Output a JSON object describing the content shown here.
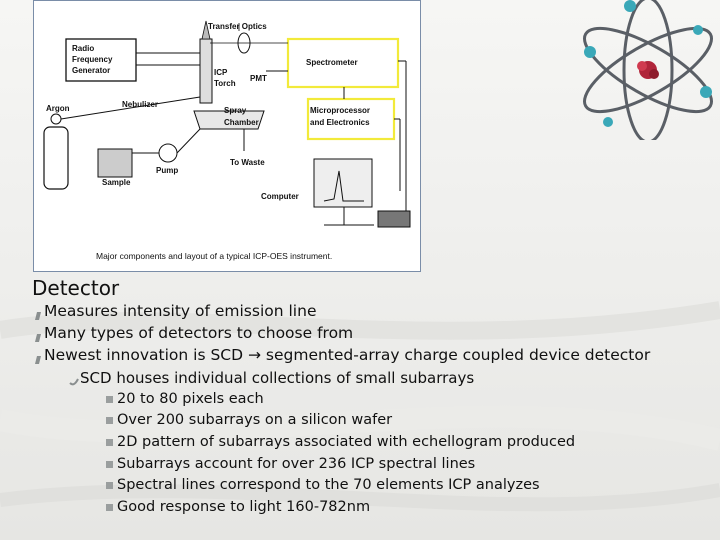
{
  "figure": {
    "labels": {
      "transfer_optics": "Transfer Optics",
      "radio_freq_1": "Radio",
      "radio_freq_2": "Frequency",
      "radio_freq_3": "Generator",
      "icp_torch_1": "ICP",
      "icp_torch_2": "Torch",
      "pmt": "PMT",
      "spectrometer": "Spectrometer",
      "argon": "Argon",
      "nebulizer": "Nebulizer",
      "spray_chamber_1": "Spray",
      "spray_chamber_2": "Chamber",
      "micro_1": "Microprocessor",
      "micro_2": "and Electronics",
      "pump": "Pump",
      "to_waste": "To Waste",
      "sample": "Sample",
      "computer": "Computer"
    },
    "caption": "Major components and layout of a typical ICP-OES instrument."
  },
  "content": {
    "heading": "Detector",
    "bullets": [
      "Measures intensity of emission line",
      "Many types of detectors to choose from",
      "Newest innovation is SCD → segmented-array charge coupled device detector"
    ],
    "sub_bullet": "SCD houses individual collections of small subarrays",
    "sub_sub_bullets": [
      "20 to 80 pixels each",
      "Over 200 subarrays on a silicon wafer",
      "2D pattern of subarrays associated with echellogram produced",
      "Subarrays account for over 236 ICP spectral lines",
      "Spectral lines correspond to the 70 elements ICP analyzes",
      "Good response to light 160-782nm"
    ]
  },
  "colors": {
    "bullet_marker": "#8a8f8f",
    "highlight_box": "#f2ea3a",
    "frame_border": "#7a8da8"
  }
}
